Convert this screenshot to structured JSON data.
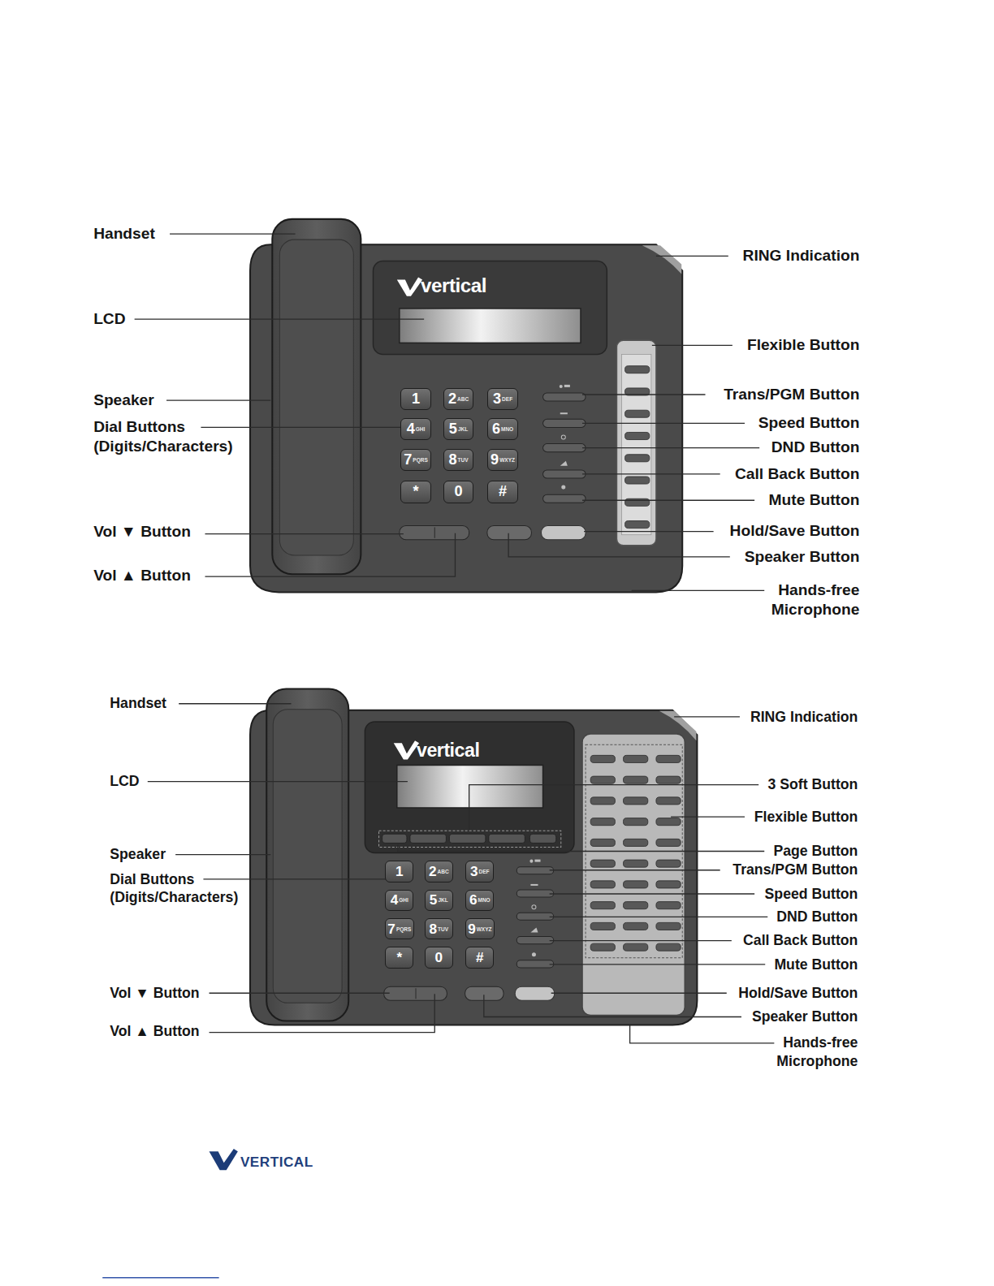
{
  "diagram": {
    "nodes": [
      {
        "text": [
          "1"
        ]
      },
      {
        "text": [
          "2",
          "ABC"
        ]
      },
      {
        "text": [
          "3",
          "DEF"
        ]
      },
      {
        "text": [
          "4",
          "GHI"
        ]
      },
      {
        "text": [
          "5",
          "JKL"
        ]
      },
      {
        "text": [
          "6",
          "MNO"
        ]
      },
      {
        "text": [
          "7",
          "PQRS"
        ]
      },
      {
        "text": [
          "8",
          "TUV"
        ]
      },
      {
        "text": [
          "9",
          "WXYZ"
        ]
      },
      {
        "text": [
          "*"
        ]
      },
      {
        "text": [
          "0"
        ]
      },
      {
        "text": [
          "#"
        ]
      },
      {
        "text": [
          "1"
        ]
      },
      {
        "text": [
          "2",
          "ABC"
        ]
      },
      {
        "text": [
          "3",
          "DEF"
        ]
      },
      {
        "text": [
          "4",
          "GHI"
        ]
      },
      {
        "text": [
          "5",
          "JKL"
        ]
      },
      {
        "text": [
          "6",
          "MNO"
        ]
      },
      {
        "text": [
          "7",
          "PQRS"
        ]
      },
      {
        "text": [
          "8",
          "TUV"
        ]
      },
      {
        "text": [
          "9",
          "WXYZ"
        ]
      },
      {
        "text": [
          "*"
        ]
      },
      {
        "text": [
          "0"
        ]
      },
      {
        "text": [
          "#"
        ]
      }
    ],
    "labels": [
      "Handset",
      "LCD",
      "Speaker",
      "Dial Buttons (Digits/Characters)",
      "Vol ▼ Button",
      "Vol ▲ Button",
      "RING Indication",
      "Flexible Button",
      "Trans/PGM Button",
      "Speed Button",
      "DND Button",
      "Call Back Button",
      "Mute Button",
      "Hold/Save Button",
      "Speaker Button",
      "Hands-free Microphone",
      "vertical",
      "Handset",
      "LCD",
      "Speaker",
      "Dial Buttons (Digits/Characters)",
      "Vol ▼ Button",
      "Vol ▲ Button",
      "RING Indication",
      "3 Soft Button",
      "Flexible Button",
      "Page Button",
      "Trans/PGM Button",
      "Speed Button",
      "DND Button",
      "Call Back Button",
      "Mute Button",
      "Hold/Save Button",
      "Speaker Button",
      "Hands-free Microphone",
      "vertical",
      "VERTICAL"
    ]
  }
}
